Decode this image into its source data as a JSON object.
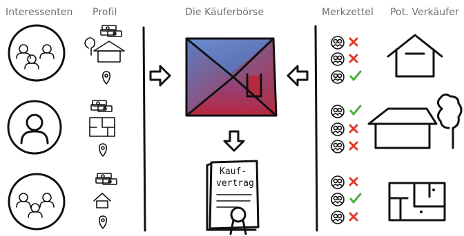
{
  "headings": {
    "interested": "Interessenten",
    "profile": "Profil",
    "center": "Die Käuferbörse",
    "watchlist": "Merkzettel",
    "sellers": "Pot. Verkäufer"
  },
  "contract_text": {
    "line1": "Kauf-",
    "line2": "vertrag"
  },
  "watchlist_groups": [
    {
      "marks": [
        "cross",
        "cross",
        "check"
      ]
    },
    {
      "marks": [
        "check",
        "cross",
        "cross"
      ]
    },
    {
      "marks": [
        "cross",
        "check",
        "cross"
      ]
    }
  ],
  "colors": {
    "logo_blue": "#5a7fc4",
    "logo_red": "#b8283e",
    "cross": "#e0392b",
    "check": "#4caf3e",
    "heading_text": "#6e6e6e"
  }
}
